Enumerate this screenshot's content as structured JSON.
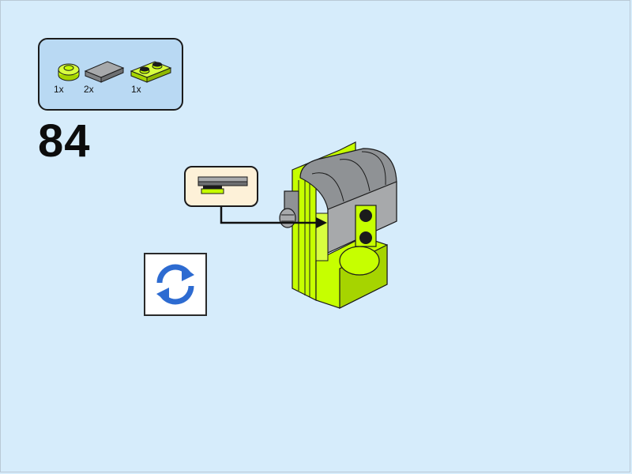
{
  "parts_list": {
    "items": [
      {
        "icon": "round-plate-1x1-lime-icon",
        "color": "#c6ff00",
        "qty": "1x"
      },
      {
        "icon": "tile-1x2-gray-icon",
        "color": "#9a9a9a",
        "qty": "2x"
      },
      {
        "icon": "plate-1x2-lime-icon",
        "color": "#c6ff00",
        "qty": "1x"
      }
    ]
  },
  "step": {
    "number": "84"
  },
  "sub_assembly": {
    "icon": "tile-on-round-plate-icon"
  },
  "rotate": {
    "icon": "rotate-model-icon",
    "color": "#2d6bd1"
  },
  "model": {
    "icon": "assembled-model-icon",
    "lime": "#c6ff00",
    "gray": "#8f9295"
  }
}
